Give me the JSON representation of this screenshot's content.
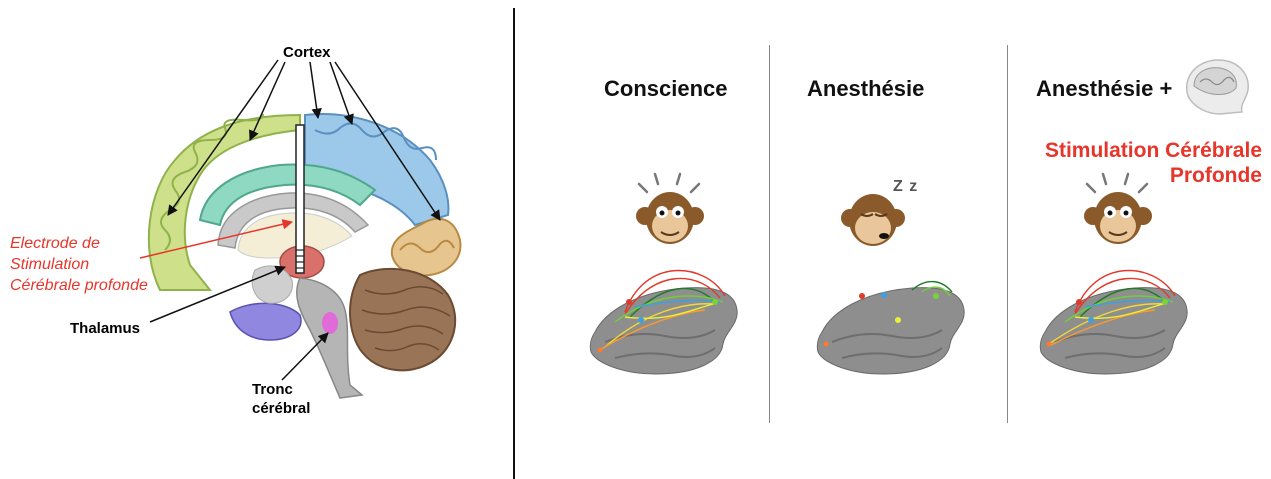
{
  "left_panel": {
    "labels": {
      "cortex": "Cortex",
      "thalamus": "Thalamus",
      "tronc_line1": "Tronc",
      "tronc_line2": "cérébral",
      "electrode_line1": "Electrode de",
      "electrode_line2": "Stimulation",
      "electrode_line3": "Cérébrale profonde"
    }
  },
  "right_panel": {
    "columns": [
      {
        "title": "Conscience",
        "state": "awake"
      },
      {
        "title": "Anesthésie",
        "state": "asleep"
      },
      {
        "title": "Anesthésie +",
        "state": "awake"
      }
    ],
    "dbs_line1": "Stimulation Cérébrale",
    "dbs_line2": "Profonde",
    "sleep_mark": "Z z"
  },
  "colors": {
    "electrode_label": "#e8352a",
    "frontal_lobe": "#cfe08a",
    "parietal_lobe": "#9cc9ea",
    "occipital_lobe": "#e6c58e",
    "cingulate": "#8fd8c2",
    "cerebellum": "#9a7457",
    "brainstem": "#a8a8a8",
    "thalamus": "#d9706a",
    "monkey_fur": "#8a5a2b",
    "monkey_face": "#e9c79a"
  }
}
